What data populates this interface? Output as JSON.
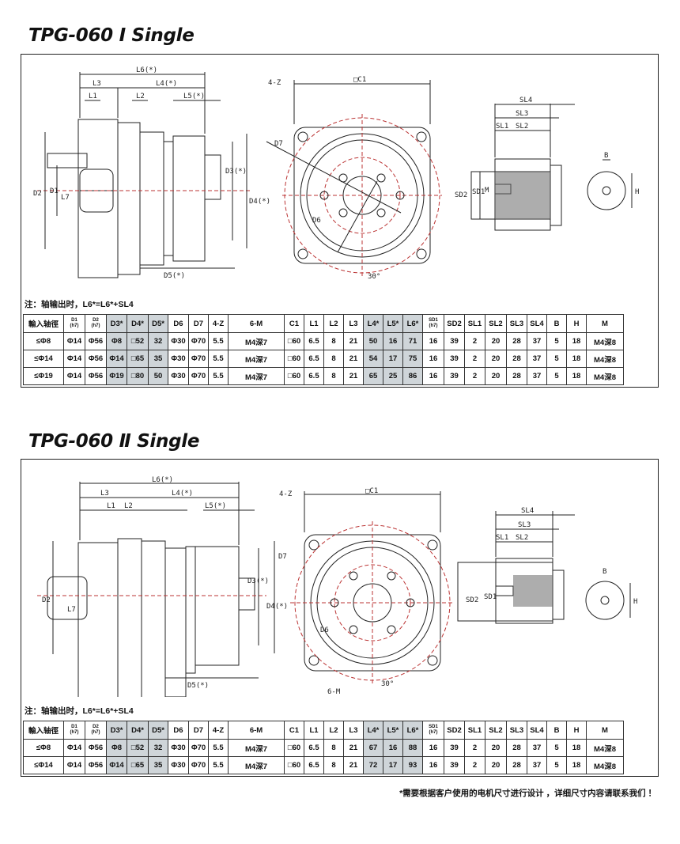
{
  "section1": {
    "title": "TPG-060  Ⅰ Single",
    "note": "注：轴输出时，L6*=L6*+SL4",
    "rows": [
      [
        "≤Φ8",
        "Φ14",
        "Φ56",
        "Φ8",
        "□52",
        "32",
        "Φ30",
        "Φ70",
        "5.5",
        "M4深7",
        "□60",
        "6.5",
        "8",
        "21",
        "50",
        "16",
        "71",
        "16",
        "39",
        "2",
        "20",
        "28",
        "37",
        "5",
        "18",
        "M4深8"
      ],
      [
        "≤Φ14",
        "Φ14",
        "Φ56",
        "Φ14",
        "□65",
        "35",
        "Φ30",
        "Φ70",
        "5.5",
        "M4深7",
        "□60",
        "6.5",
        "8",
        "21",
        "54",
        "17",
        "75",
        "16",
        "39",
        "2",
        "20",
        "28",
        "37",
        "5",
        "18",
        "M4深8"
      ],
      [
        "≤Φ19",
        "Φ14",
        "Φ56",
        "Φ19",
        "□80",
        "50",
        "Φ30",
        "Φ70",
        "5.5",
        "M4深7",
        "□60",
        "6.5",
        "8",
        "21",
        "65",
        "25",
        "86",
        "16",
        "39",
        "2",
        "20",
        "28",
        "37",
        "5",
        "18",
        "M4深8"
      ]
    ]
  },
  "section2": {
    "title": "TPG-060  Ⅱ Single",
    "note": "注：轴输出时，L6*=L6*+SL4",
    "rows": [
      [
        "≤Φ8",
        "Φ14",
        "Φ56",
        "Φ8",
        "□52",
        "32",
        "Φ30",
        "Φ70",
        "5.5",
        "M4深7",
        "□60",
        "6.5",
        "8",
        "21",
        "67",
        "16",
        "88",
        "16",
        "39",
        "2",
        "20",
        "28",
        "37",
        "5",
        "18",
        "M4深8"
      ],
      [
        "≤Φ14",
        "Φ14",
        "Φ56",
        "Φ14",
        "□65",
        "35",
        "Φ30",
        "Φ70",
        "5.5",
        "M4深7",
        "□60",
        "6.5",
        "8",
        "21",
        "72",
        "17",
        "93",
        "16",
        "39",
        "2",
        "20",
        "28",
        "37",
        "5",
        "18",
        "M4深8"
      ]
    ]
  },
  "headers": {
    "input": "輸入轴徑",
    "d1": "D1",
    "d1s": "(h7)",
    "d2": "D2",
    "d2s": "(h7)",
    "d3": "D3*",
    "d4": "D4*",
    "d5": "D5*",
    "d6": "D6",
    "d7": "D7",
    "z": "4-Z",
    "m6": "6-M",
    "c1": "C1",
    "l1": "L1",
    "l2": "L2",
    "l3": "L3",
    "l4": "L4*",
    "l5": "L5*",
    "l6": "L6*",
    "sd1": "SD1",
    "sd1s": "(h7)",
    "sd2": "SD2",
    "sl1": "SL1",
    "sl2": "SL2",
    "sl3": "SL3",
    "sl4": "SL4",
    "b": "B",
    "h": "H",
    "m": "M"
  },
  "labels": {
    "L6": "L6(*)",
    "L3": "L3",
    "L4": "L4(*)",
    "L1": "L1",
    "L2": "L2",
    "L5": "L5(*)",
    "L7": "L7",
    "D1": "D1",
    "D2": "D2",
    "D3": "D3(*)",
    "D4": "D4(*)",
    "D5": "D5(*)",
    "D6": "D6",
    "D7": "D7",
    "C1": "□C1",
    "Z4": "4-Z",
    "M6": "6-M",
    "deg": "30°",
    "SL1": "SL1",
    "SL2": "SL2",
    "SL3": "SL3",
    "SL4": "SL4",
    "SD1": "SD1",
    "SD2": "SD2",
    "M": "M",
    "B": "B",
    "H": "H"
  },
  "footnote": "*需要根据客户使用的电机尺寸进行设计 ，详细尺寸内容请联系我们 ！"
}
